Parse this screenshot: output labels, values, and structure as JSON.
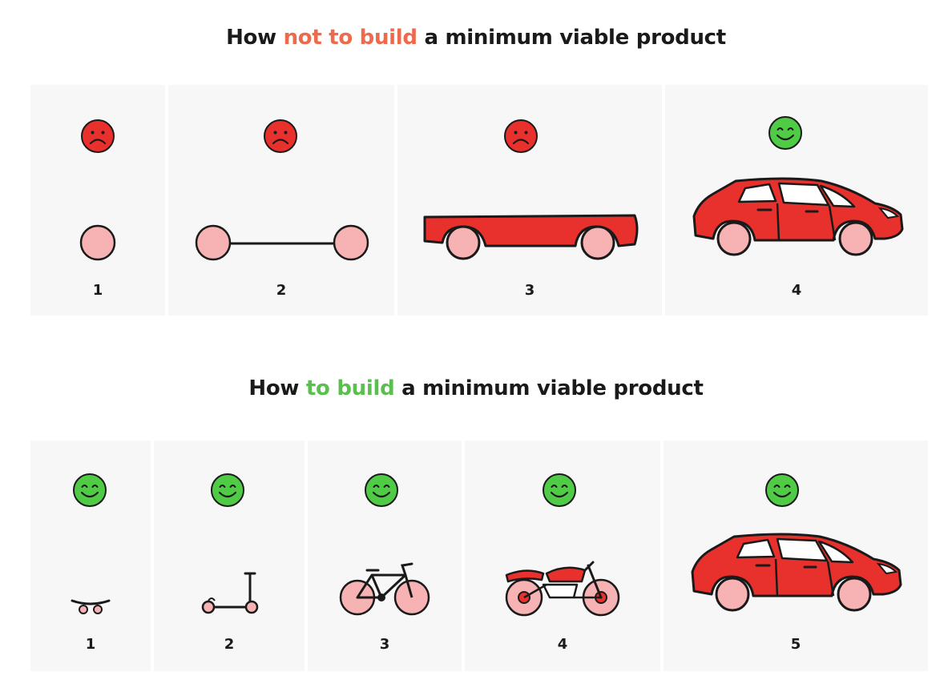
{
  "top": {
    "title_pre": "How ",
    "title_highlight": "not to build",
    "title_post": " a minimum viable product",
    "highlight_color": "#ee6a4c",
    "panels": [
      {
        "number": "1",
        "mood": "sad",
        "vehicle": "wheel-icon"
      },
      {
        "number": "2",
        "mood": "sad",
        "vehicle": "axle-icon"
      },
      {
        "number": "3",
        "mood": "sad",
        "vehicle": "chassis-icon"
      },
      {
        "number": "4",
        "mood": "happy",
        "vehicle": "car-icon"
      }
    ]
  },
  "bottom": {
    "title_pre": "How ",
    "title_highlight": "to build",
    "title_post": " a minimum viable product",
    "highlight_color": "#5bbf4f",
    "panels": [
      {
        "number": "1",
        "mood": "happy",
        "vehicle": "skateboard-icon"
      },
      {
        "number": "2",
        "mood": "happy",
        "vehicle": "scooter-icon"
      },
      {
        "number": "3",
        "mood": "happy",
        "vehicle": "bicycle-icon"
      },
      {
        "number": "4",
        "mood": "happy",
        "vehicle": "motorcycle-icon"
      },
      {
        "number": "5",
        "mood": "happy",
        "vehicle": "car-icon"
      }
    ]
  },
  "colors": {
    "sad": "#e8302c",
    "happy": "#4fcb45",
    "vehicle_red": "#e8302c",
    "wheel_pink": "#f7b2b3",
    "panel_bg": "#f7f7f7"
  }
}
